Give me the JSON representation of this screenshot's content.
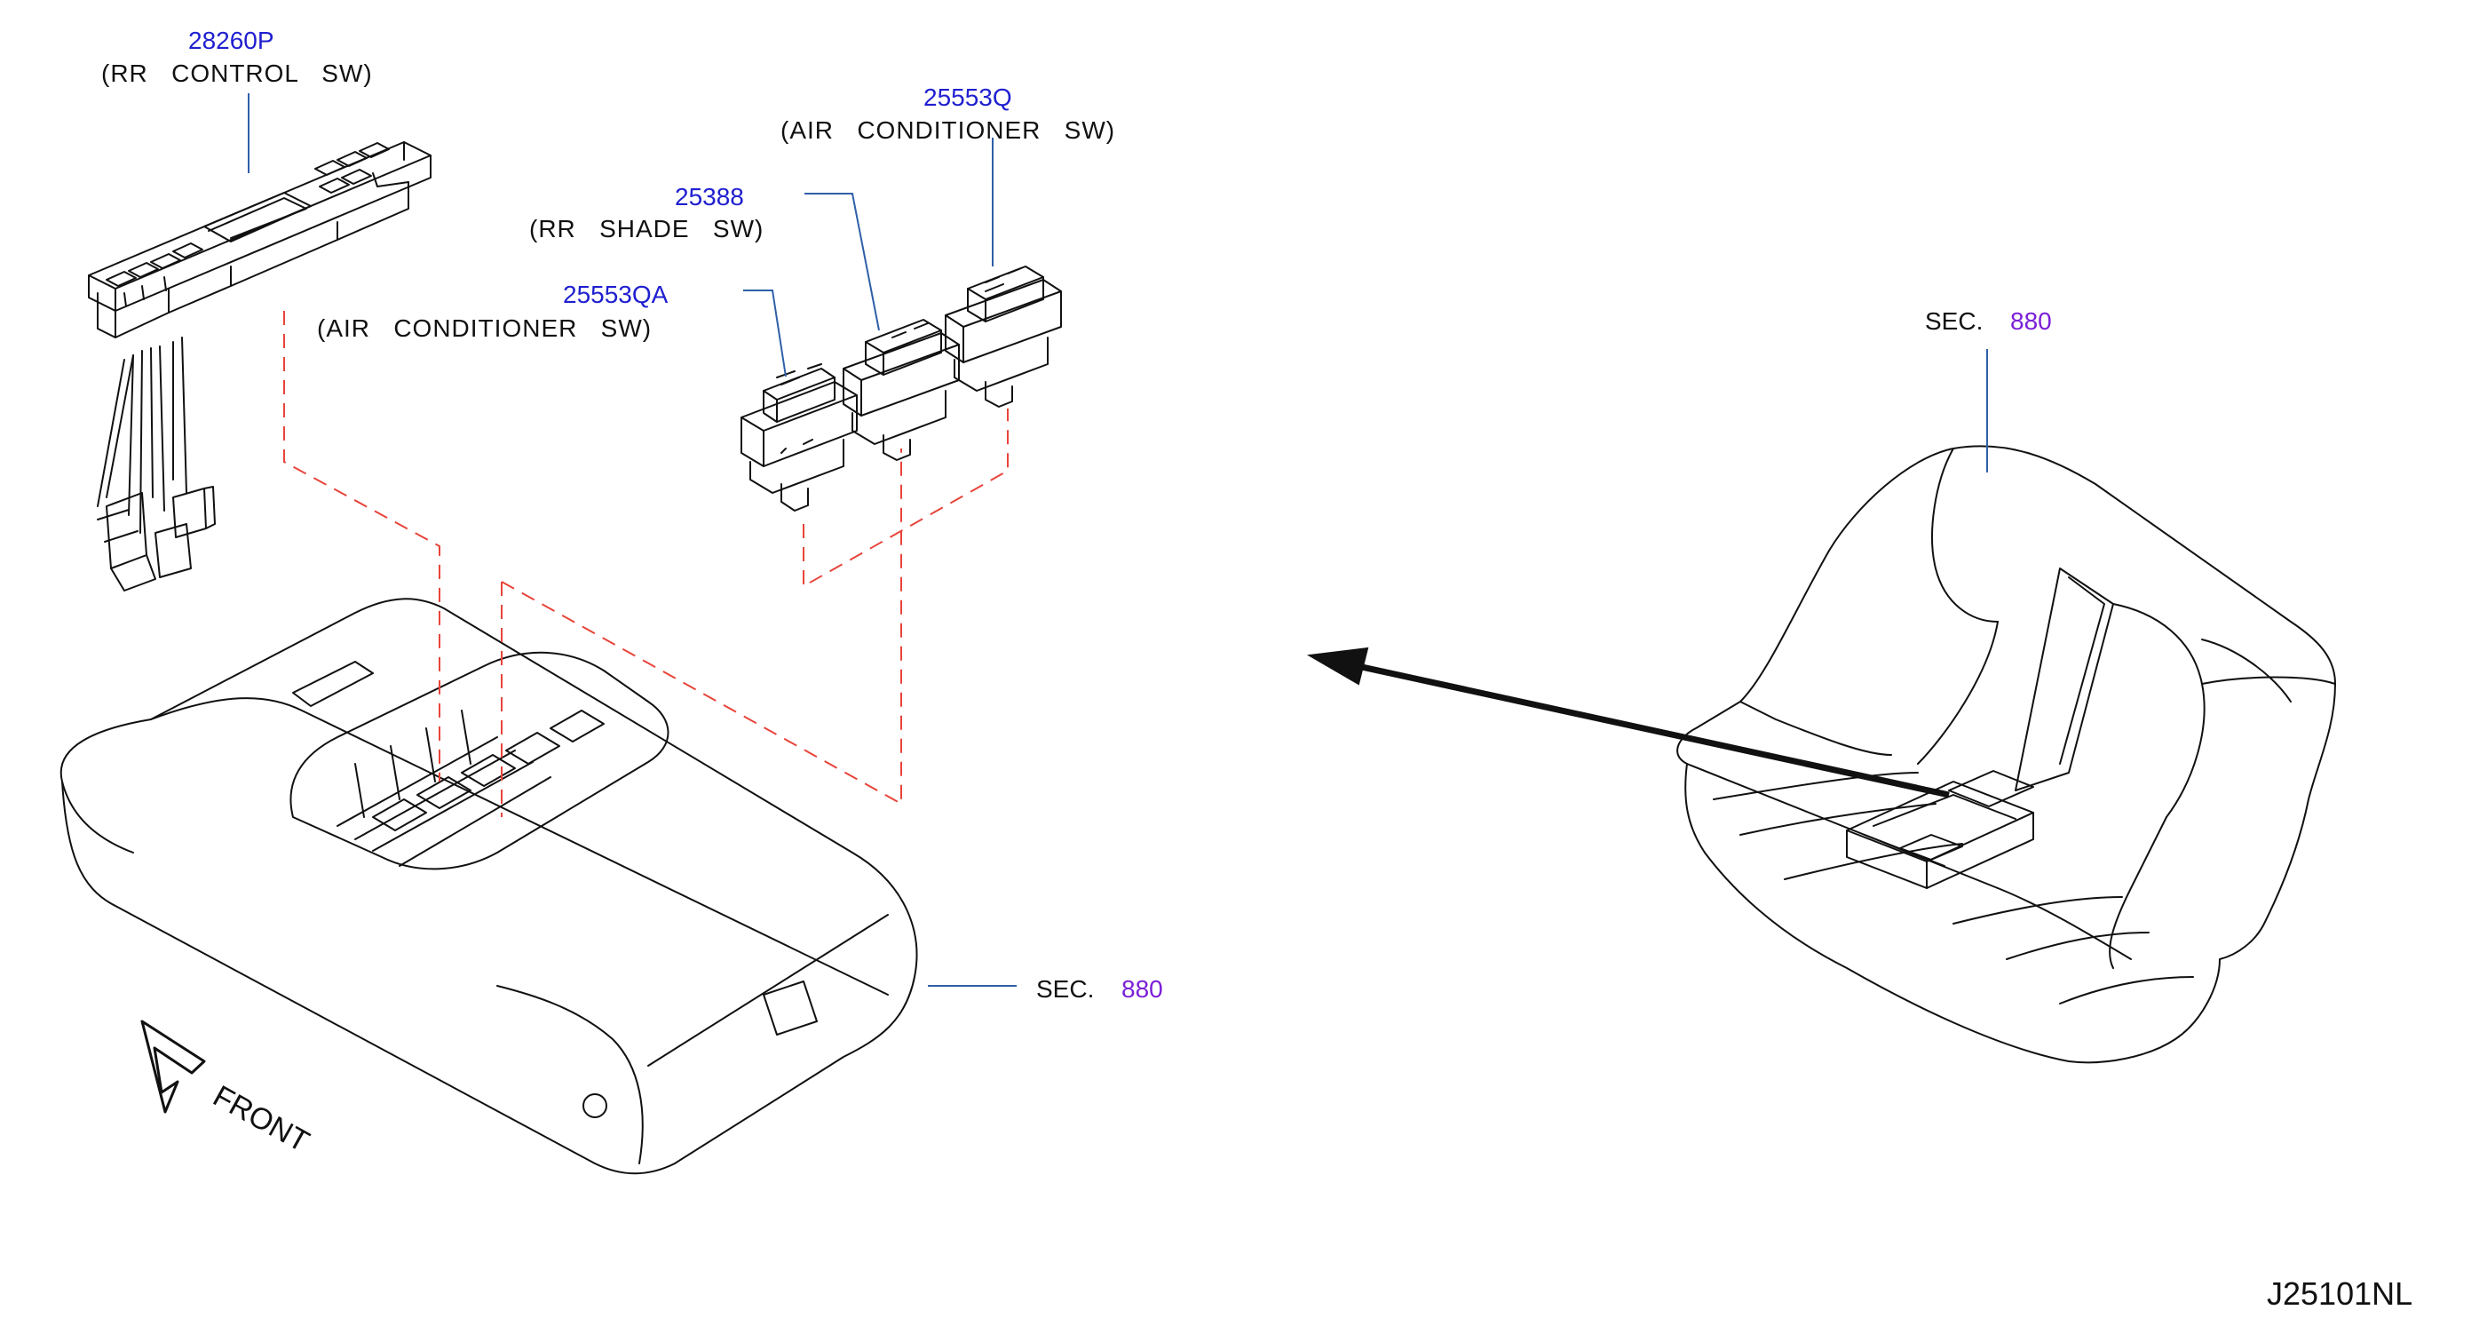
{
  "diagram": {
    "code": "J25101NL",
    "front_label": "FRONT",
    "parts": [
      {
        "part_no": "28260P",
        "desc": "(RR   CONTROL   SW)"
      },
      {
        "part_no": "25553Q",
        "desc": "(AIR   CONDITIONER   SW)"
      },
      {
        "part_no": "25388",
        "desc": "(RR   SHADE   SW)"
      },
      {
        "part_no": "25553QA",
        "desc": "(AIR   CONDITIONER   SW)"
      }
    ],
    "sections": [
      {
        "prefix": "SEC.",
        "number": "880"
      },
      {
        "prefix": "SEC.",
        "number": "880"
      }
    ]
  },
  "colors": {
    "part_number": "#1f1fd0",
    "section_number": "#7a1fd8",
    "line": "#111111",
    "leader": "#2f5fa8",
    "dashed": "#e8443a"
  }
}
